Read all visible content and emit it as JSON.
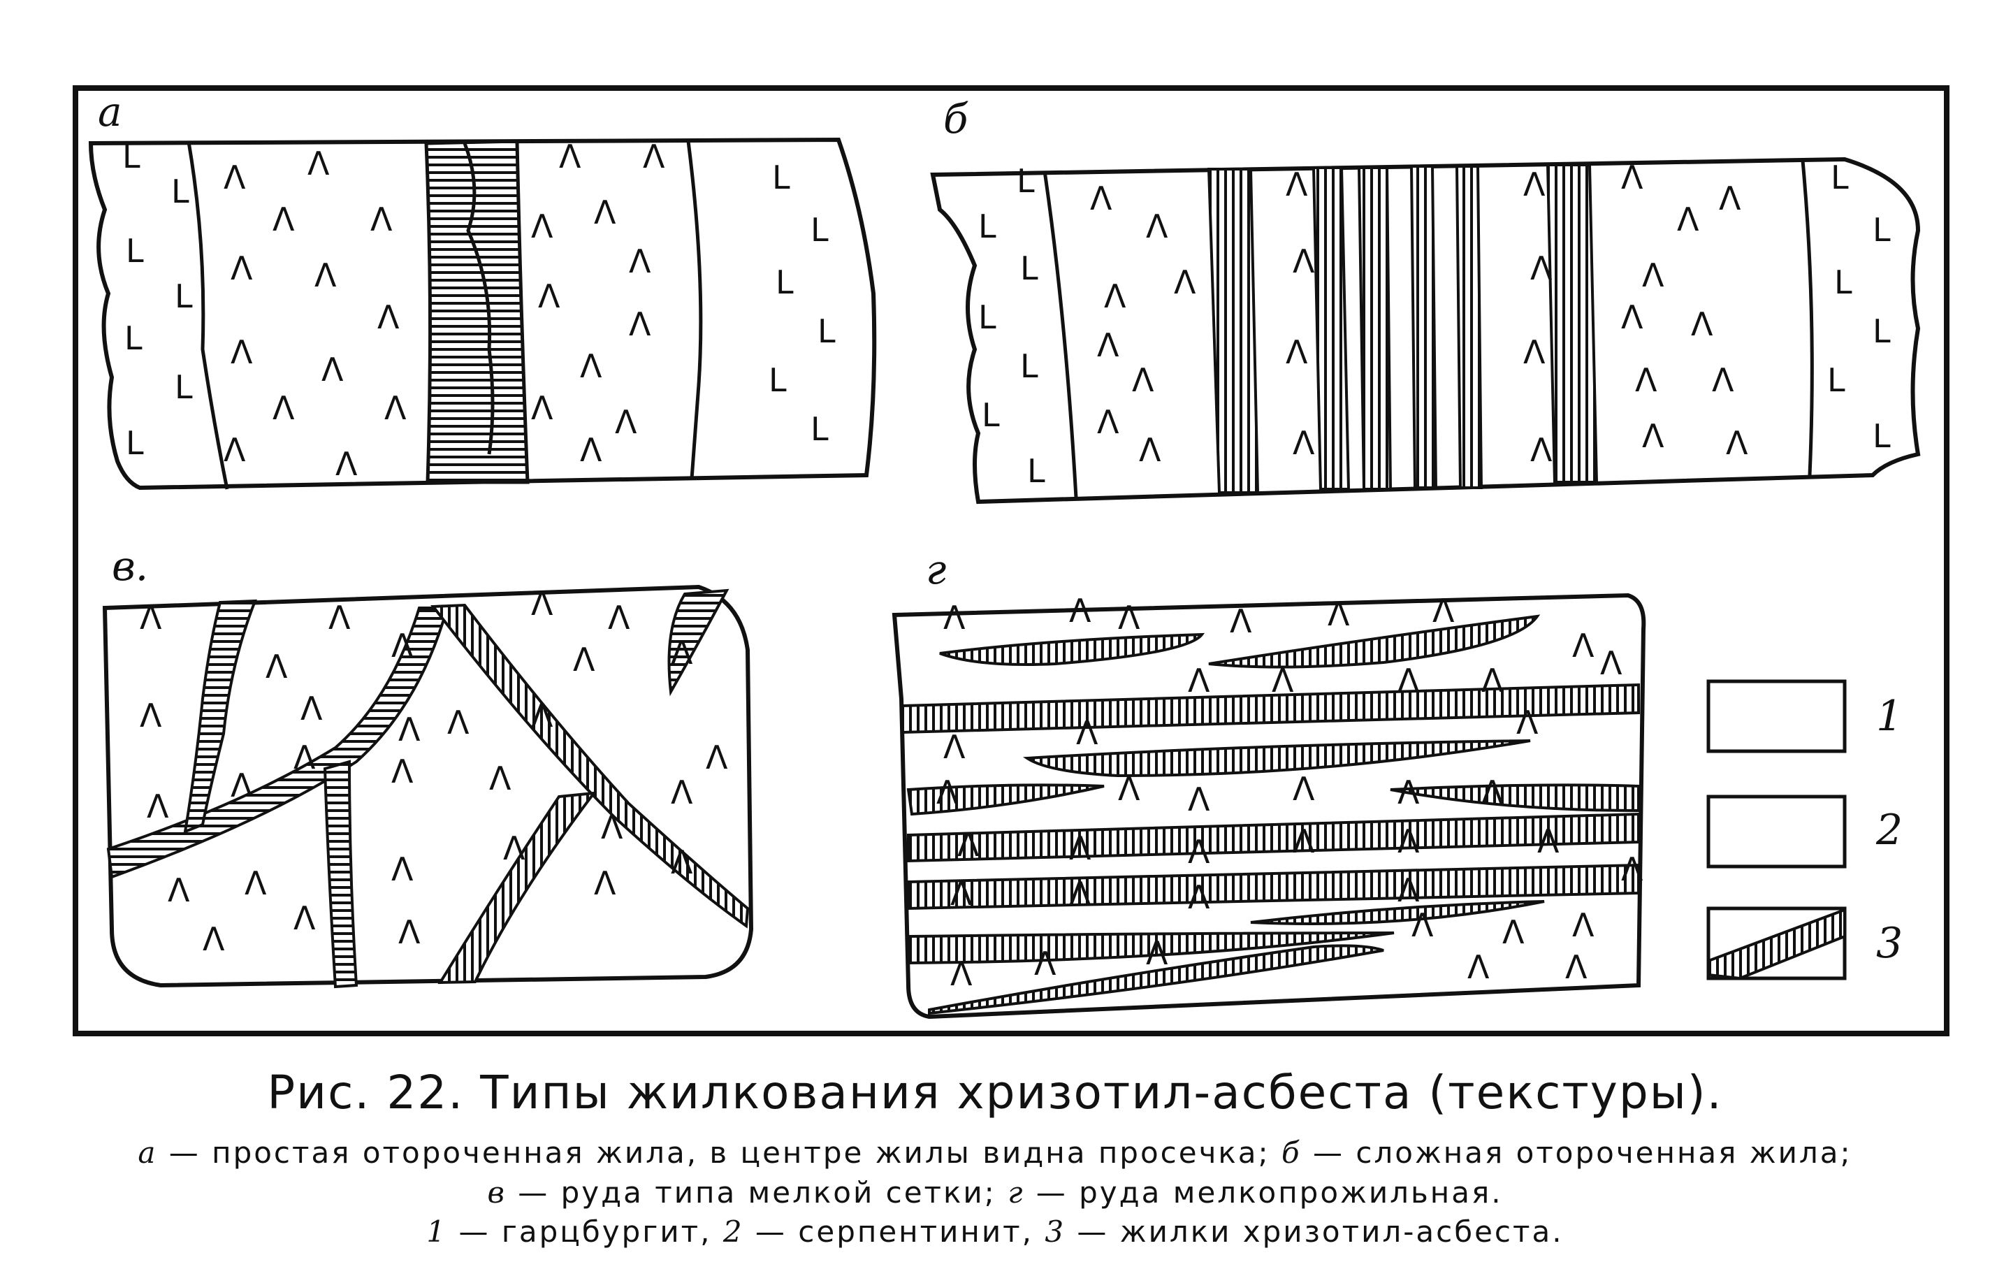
{
  "figure": {
    "panels": [
      {
        "id": "a",
        "label": "а"
      },
      {
        "id": "b",
        "label": "б"
      },
      {
        "id": "v",
        "label": "в."
      },
      {
        "id": "g",
        "label": "г"
      }
    ],
    "symbols": {
      "harzburgite": "L",
      "serpentinite": "Λ"
    },
    "legend": [
      {
        "number": "1",
        "symbol": "harzburgite"
      },
      {
        "number": "2",
        "symbol": "serpentinite"
      },
      {
        "number": "3",
        "symbol": "asbestos-veinlet"
      }
    ]
  },
  "caption": {
    "title": "Рис. 22. Типы жилкования хризотил-асбеста (текстуры).",
    "line1": {
      "a_letter": "а",
      "a_text": " — простая отороченная жила, в центре жилы видна просечка; ",
      "b_letter": "б",
      "b_text": " — сложная отороченная жила;"
    },
    "line2": {
      "v_letter": "в",
      "v_text": " — руда типа мелкой сетки; ",
      "g_letter": "г",
      "g_text": " — руда мелкопрожильная."
    },
    "line3": {
      "n1": "1",
      "t1": " — гарцбургит, ",
      "n2": "2",
      "t2": " — серпентинит, ",
      "n3": "3",
      "t3": " — жилки хризотил-асбеста."
    }
  }
}
